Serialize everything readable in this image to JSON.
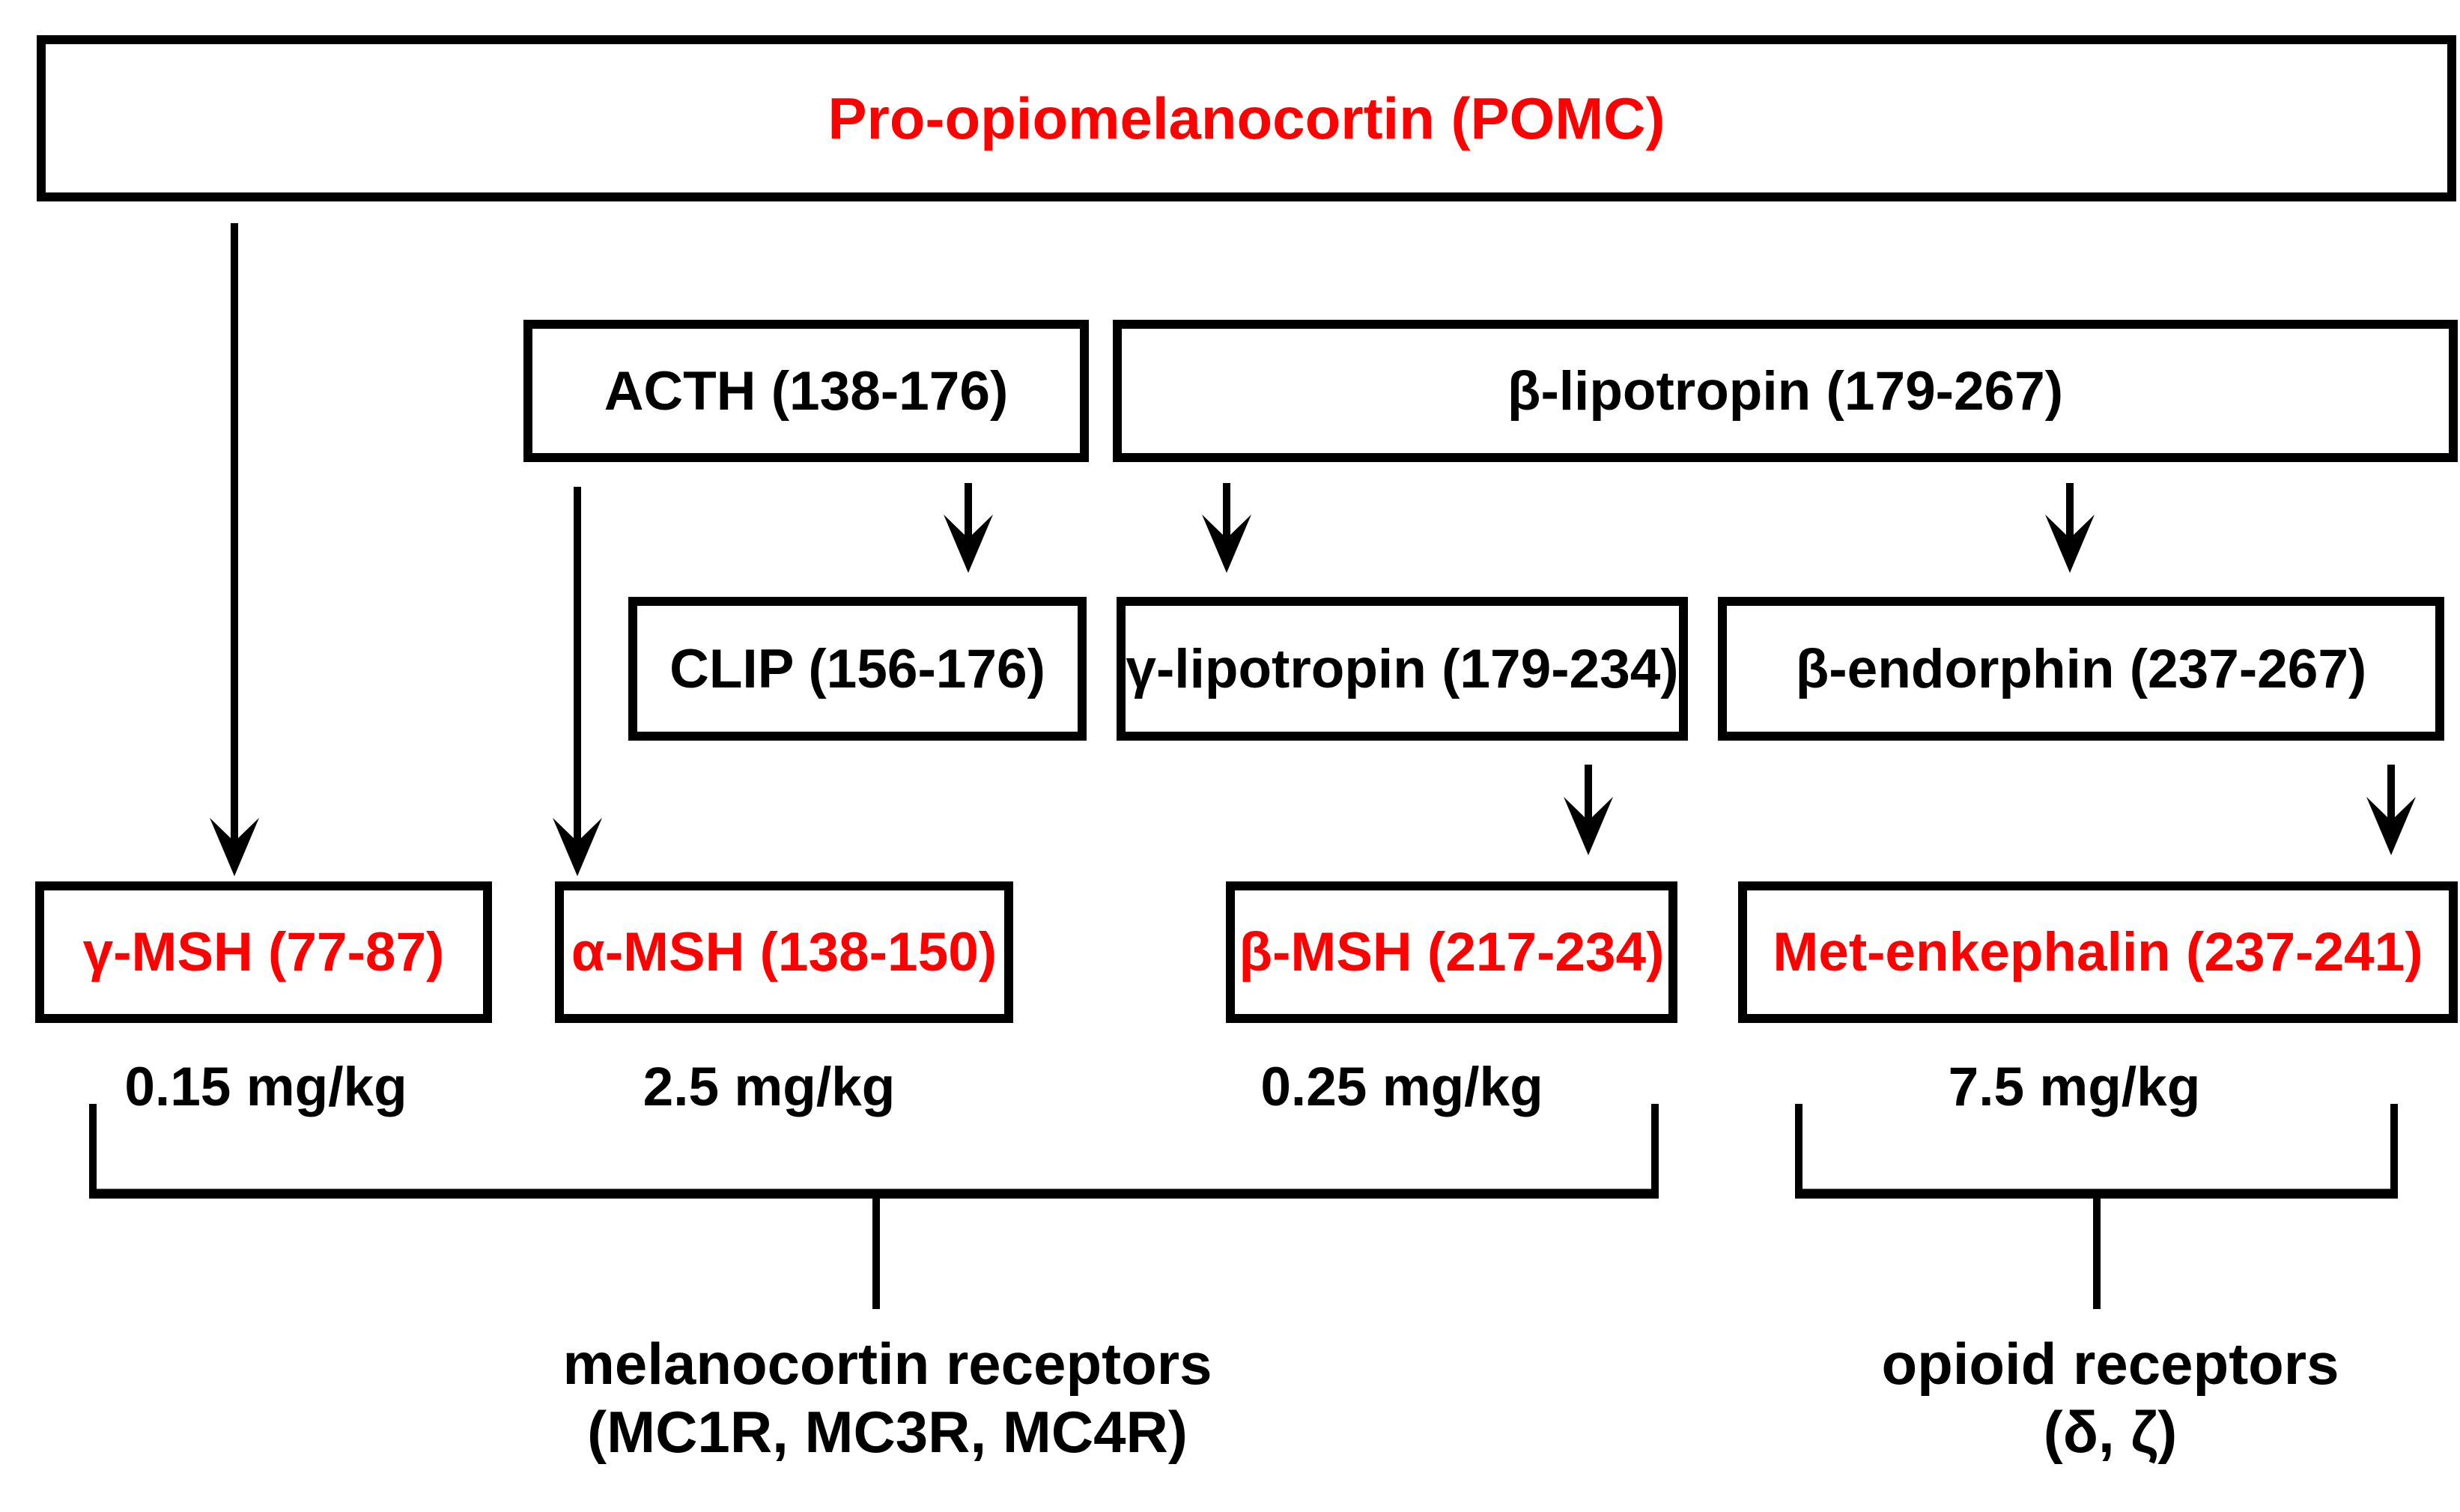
{
  "figure": {
    "precursor": {
      "label": "Pro-opiomelanocortin (POMC)"
    },
    "level2": [
      {
        "id": "acth",
        "label": "ACTH (138-176)"
      },
      {
        "id": "beta-lipotropin",
        "label": "β-lipotropin (179-267)"
      }
    ],
    "level3": [
      {
        "id": "clip",
        "label": "CLIP (156-176)"
      },
      {
        "id": "gamma-lipotropin",
        "label": "γ-lipotropin (179-234)"
      },
      {
        "id": "beta-endorphin",
        "label": "β-endorphin (237-267)"
      }
    ],
    "peptides": [
      {
        "id": "gamma-msh",
        "label": "γ-MSH (77-87)",
        "dose": "0.15 mg/kg"
      },
      {
        "id": "alpha-msh",
        "label": "α-MSH (138-150)",
        "dose": "2.5 mg/kg"
      },
      {
        "id": "beta-msh",
        "label": "β-MSH (217-234)",
        "dose": "0.25 mg/kg"
      },
      {
        "id": "met-enkephalin",
        "label": "Met-enkephalin (237-241)",
        "dose": "7.5 mg/kg"
      }
    ],
    "receptor_groups": [
      {
        "id": "melanocortin",
        "line1": "melanocortin receptors",
        "line2": "(MC1R, MC3R, MC4R)"
      },
      {
        "id": "opioid",
        "line1": "opioid receptors",
        "line2": "(δ, ζ)"
      }
    ],
    "colors": {
      "peptide_text": "#ff0000",
      "ink": "#000000",
      "background": "#ffffff"
    }
  }
}
